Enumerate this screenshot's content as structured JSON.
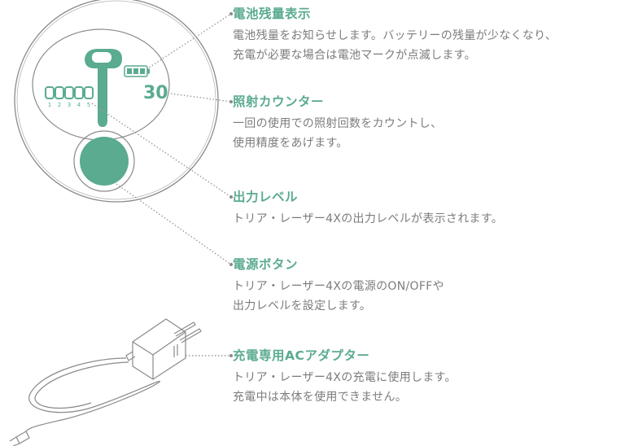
{
  "colors": {
    "accent": "#5aab8f",
    "outline": "#8a8a8a",
    "text": "#7c7c7c"
  },
  "device": {
    "counter_value": "30",
    "level_numbers": [
      "1",
      "2",
      "3",
      "4",
      "5"
    ]
  },
  "features": [
    {
      "title": "電池残量表示",
      "desc": [
        "電池残量をお知らせします。バッテリーの残量が少なくなり、",
        "充電が必要な場合は電池マークが点滅します。"
      ]
    },
    {
      "title": "照射カウンター",
      "desc": [
        "一回の使用での照射回数をカウントし、",
        "使用精度をあげます。"
      ]
    },
    {
      "title": "出力レベル",
      "desc": [
        "トリア・レーザー4Xの出力レベルが表示されます。"
      ]
    },
    {
      "title": "電源ボタン",
      "desc": [
        "トリア・レーザー4Xの電源のON/OFFや",
        "出力レベルを設定します。"
      ]
    },
    {
      "title": "充電専用ACアダプター",
      "desc": [
        "トリア・レーザー4Xの充電に使用します。",
        "充電中は本体を使用できません。"
      ]
    }
  ]
}
